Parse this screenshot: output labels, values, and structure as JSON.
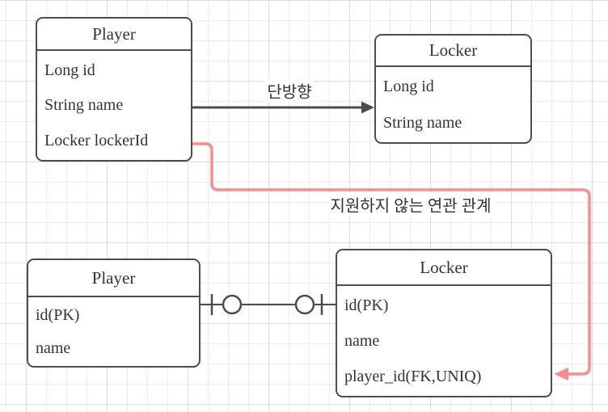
{
  "uml": {
    "player": {
      "title": "Player",
      "fields": [
        "Long id",
        "String name",
        "Locker lockerId"
      ]
    },
    "locker": {
      "title": "Locker",
      "fields": [
        "Long id",
        "String name"
      ]
    },
    "arrow_label": "단방향"
  },
  "er": {
    "player": {
      "title": "Player",
      "fields": [
        "id(PK)",
        "name"
      ]
    },
    "locker": {
      "title": "Locker",
      "fields": [
        "id(PK)",
        "name",
        "player_id(FK,UNIQ)"
      ]
    }
  },
  "unsupported_label": "지원하지 않는 연관 관계",
  "colors": {
    "stroke": "#4d4d4d",
    "unsupported_edge": "#f98c8c",
    "text": "#333333",
    "grid_minor": "#ececec",
    "grid_major": "#dcdcdc",
    "background": "#ffffff"
  }
}
